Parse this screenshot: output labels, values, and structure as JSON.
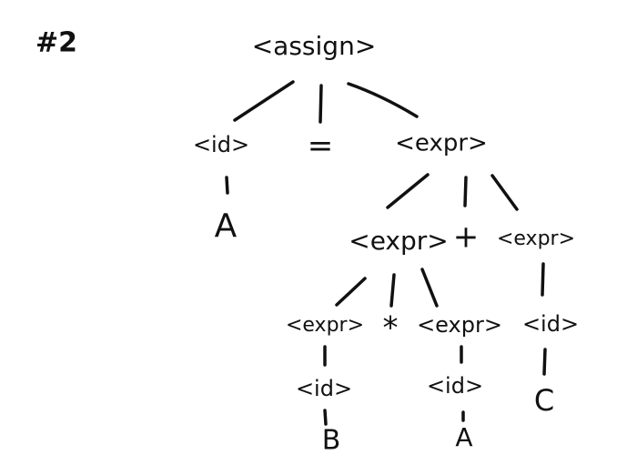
{
  "problem_label": "#2",
  "nodes": {
    "assign": "<assign>",
    "id_a": "<id>",
    "equals": "=",
    "expr_root": "<expr>",
    "leaf_a": "A",
    "expr_mul": "<expr>",
    "plus": "+",
    "expr_right": "<expr>",
    "expr_b": "<expr>",
    "star": "*",
    "expr_a2": "<expr>",
    "id_c": "<id>",
    "id_b": "<id>",
    "id_a2": "<id>",
    "leaf_c": "C",
    "leaf_b": "B",
    "leaf_a2": "A"
  }
}
